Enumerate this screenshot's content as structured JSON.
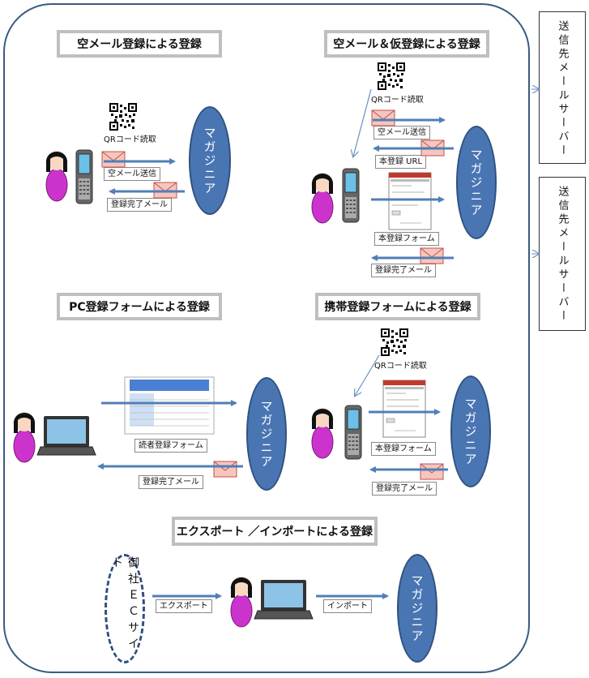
{
  "sections": {
    "empty_mail": {
      "title": "空メール登録による登録",
      "qr_label": "QRコード読取",
      "send_label": "空メール送信",
      "complete_label": "登録完了メール"
    },
    "empty_mail_provisional": {
      "title": "空メール＆仮登録による登録",
      "qr_label": "QRコード読取",
      "send_label": "空メール送信",
      "url_label": "本登録 URL",
      "form_label": "本登録フォーム",
      "complete_label": "登録完了メール"
    },
    "pc_form": {
      "title": "PC登録フォームによる登録",
      "form_label": "読者登録フォーム",
      "complete_label": "登録完了メール"
    },
    "mobile_form": {
      "title": "携帯登録フォームによる登録",
      "qr_label": "QRコード読取",
      "form_label": "本登録フォーム",
      "complete_label": "登録完了メール"
    },
    "export_import": {
      "title": "エクスポート ／インポートによる登録",
      "source_label": "御社ＥＣサイト",
      "export_label": "エクスポート",
      "import_label": "インポート"
    }
  },
  "service_name": "マガジニア",
  "mail_server_label": "送信先メールサーバー",
  "colors": {
    "accent_blue": "#4a75b3",
    "arrow_blue": "#4f7fb8",
    "envelope_fill": "#f6c6bd",
    "person_body": "#cc33cc"
  }
}
